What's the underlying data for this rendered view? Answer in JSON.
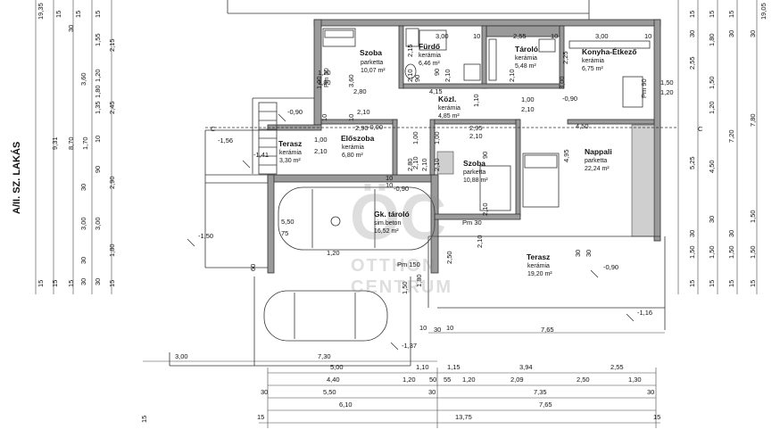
{
  "side_title": "A/II. SZ. LAKÁS",
  "watermark": {
    "mark": "ÖC",
    "line1": "OTTHON",
    "line2": "CENTRUM"
  },
  "rooms": [
    {
      "name": "Szoba",
      "material": "parketta",
      "area": "10,07 m²"
    },
    {
      "name": "Fürdő",
      "material": "kerámia",
      "area": "6,46 m²"
    },
    {
      "name": "Tároló",
      "material": "kerámia",
      "area": "5,48 m²"
    },
    {
      "name": "Konyha-Étkező",
      "material": "kerámia",
      "area": "6,75 m²"
    },
    {
      "name": "Közl.",
      "material": "kerámia",
      "area": "4,85 m²"
    },
    {
      "name": "Előszoba",
      "material": "kerámia",
      "area": "6,80 m²"
    },
    {
      "name": "Terasz",
      "material": "kerámia",
      "area": "3,30 m²"
    },
    {
      "name": "Szoba",
      "material": "parketta",
      "area": "10,88 m²"
    },
    {
      "name": "Nappali",
      "material": "parketta",
      "area": "22,24 m²"
    },
    {
      "name": "Gk. tároló",
      "material": "sim.beton",
      "area": "16,52 m²"
    },
    {
      "name": "Terasz",
      "material": "kerámia",
      "area": "19,20 m²"
    }
  ],
  "levels": [
    "-0,90",
    "-1,56",
    "-1,41",
    "-0,90",
    "-0,90",
    "-1,50",
    "-0,90",
    "-1,16",
    "-1,37"
  ],
  "markers": [
    "C",
    "C"
  ],
  "equipment": [
    "Pm 30",
    "Pm 90",
    "Pm 30",
    "Pm 150"
  ],
  "dims_inner": [
    "3,60",
    "2,80",
    "2,10",
    "1,00",
    "2,10",
    "1,20",
    "1,80",
    "2,90",
    "2,15",
    "2,10",
    "90",
    "2,10",
    "4,15",
    "1,10",
    "1,00",
    "2,10",
    "2,95",
    "2,10",
    "1,00",
    "2,10",
    "2,55",
    "2,25",
    "3,00",
    "3,00",
    "10",
    "10",
    "10",
    "10",
    "10",
    "-0,90",
    "4,95",
    "4,50",
    "1,50",
    "1,20",
    "1,00",
    "2,10",
    "90",
    "2,10",
    "90",
    "2,10",
    "2,80",
    "2,10",
    "5,50",
    "75",
    "1,20",
    "60",
    "1,50",
    "1,80",
    "2,50",
    "2,10",
    "30",
    "30",
    "10",
    "10",
    "10",
    "10",
    "1,00",
    "3,00"
  ],
  "dims_bottom": [
    [
      "3,00",
      "7,30",
      "30"
    ],
    [
      "5,00",
      "1,10",
      "1,15",
      "3,94",
      "2,55"
    ],
    [
      "4,40",
      "1,20",
      "50",
      "55",
      "1,20",
      "2,09",
      "2,50",
      "1,30"
    ],
    [
      "30",
      "5,50",
      "30",
      "7,35",
      "30"
    ],
    [
      "6,10",
      "7,65"
    ],
    [
      "15",
      "13,75",
      "15"
    ],
    [
      "30",
      "7,65"
    ]
  ],
  "dims_left": [
    "19,35",
    "15",
    "15",
    "15",
    "30",
    "1,55",
    "2,15",
    "3,60",
    "1,20",
    "1,80",
    "1,35",
    "2,45",
    "9,31",
    "8,70",
    "1,70",
    "10",
    "90",
    "2,90",
    "3,00",
    "3,00",
    "1,80",
    "30",
    "30",
    "15",
    "15",
    "30",
    "30",
    "15",
    "15",
    "15"
  ],
  "dims_right": [
    "19,05",
    "15",
    "15",
    "15",
    "30",
    "1,80",
    "2,55",
    "1,50",
    "1,20",
    "7,20",
    "7,80",
    "5,25",
    "4,50",
    "1,50",
    "1,50",
    "1,50",
    "30",
    "30",
    "30",
    "1,50",
    "1,50",
    "15",
    "15",
    "15",
    "15",
    "30",
    "30"
  ]
}
